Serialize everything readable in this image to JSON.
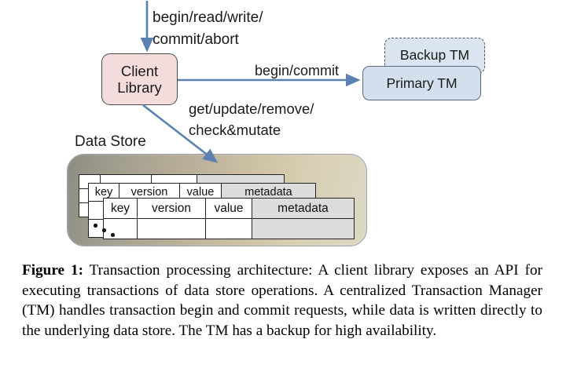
{
  "figure": {
    "nodes": {
      "client_library": "Client\nLibrary",
      "client_library_line1": "Client",
      "client_library_line2": "Library",
      "backup_tm": "Backup TM",
      "primary_tm": "Primary TM",
      "data_store": "Data Store"
    },
    "edge_labels": {
      "api_line1": "begin/read/write/",
      "api_line2": "commit/abort",
      "tm_label": "begin/commit",
      "store_line1": "get/update/remove/",
      "store_line2": "check&mutate"
    },
    "table": {
      "headers": [
        "key",
        "version",
        "value",
        "metadata"
      ]
    },
    "colors": {
      "client_library_fill": "#f4dcdc",
      "tm_fill": "#d3dfec",
      "backup_tm_fill": "#dbe5f1",
      "metadata_fill": "#dcdcdc",
      "arrow": "#5b81b0",
      "data_store_left": "#8c8c82",
      "data_store_right": "#dcd8c4"
    }
  },
  "caption": {
    "label": "Figure 1:",
    "text": " Transaction processing architecture: A client library exposes an API for executing transactions of data store operations. A centralized Transaction Manager (TM) handles transaction begin and commit requests, while data is written directly to the underlying data store. The TM has a backup for high availability."
  }
}
